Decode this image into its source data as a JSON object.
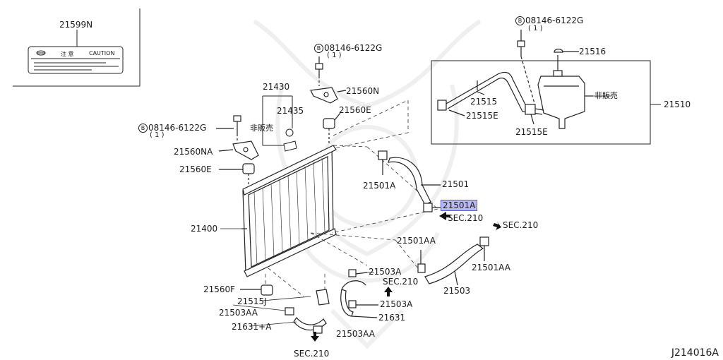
{
  "document_code": "J214016A",
  "caution_label": {
    "part": "21599N",
    "jp_text": "注 意",
    "en_text": "CAUTION"
  },
  "bolt_callouts": [
    {
      "mark": "B",
      "part": "08146-6122G",
      "qty": "( 1 )"
    },
    {
      "mark": "B",
      "part": "08146-6122G",
      "qty": "( 1 )"
    },
    {
      "mark": "B",
      "part": "08146-6122G",
      "qty": "( 1 )"
    }
  ],
  "not_sold_label": "非販売",
  "parts": {
    "p21516": "21516",
    "p21510": "21510",
    "p21515": "21515",
    "p21515E_a": "21515E",
    "p21515E_b": "21515E",
    "p21430": "21430",
    "p21435": "21435",
    "p21560N": "21560N",
    "p21560E_top": "21560E",
    "p21560NA": "21560NA",
    "p21560E_left": "21560E",
    "p21501A_top": "21501A",
    "p21501": "21501",
    "p21501A_hl": "21501A",
    "p21400": "21400",
    "p21501AA_a": "21501AA",
    "p21501AA_b": "21501AA",
    "p21503A_a": "21503A",
    "p21503": "21503",
    "p21560F": "21560F",
    "p21515J": "21515J",
    "p21503A_b": "21503A",
    "p21503AA_a": "21503AA",
    "p21631": "21631",
    "p21631A": "21631+A",
    "p21503AA_b": "21503AA"
  },
  "sec_refs": [
    "SEC.210",
    "SEC.210",
    "SEC.210",
    "SEC.210"
  ],
  "highlight_color": "#b7b9f0"
}
